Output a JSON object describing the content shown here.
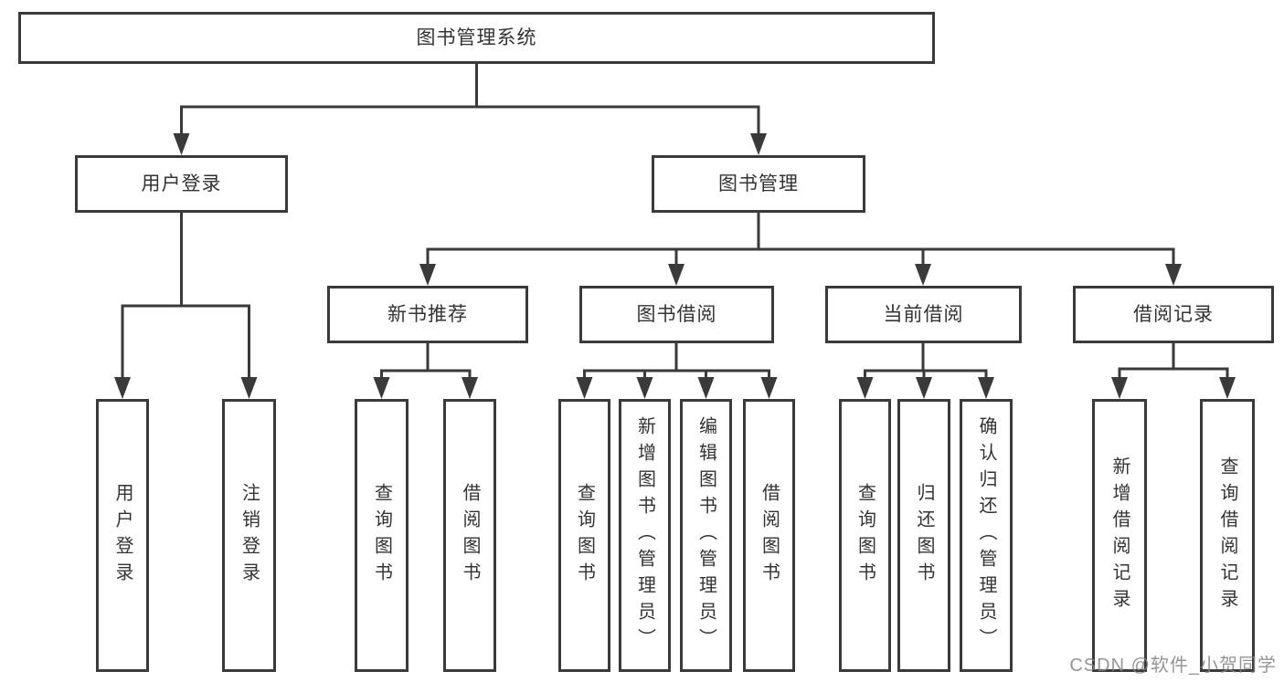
{
  "watermark": "CSDN @软件_小贺同学",
  "colors": {
    "line": "#3a3a3a",
    "text": "#333333",
    "background": "#ffffff",
    "watermark": "#828282"
  },
  "tree": {
    "label": "图书管理系统",
    "children": [
      {
        "label": "用户登录",
        "children": [
          {
            "label": "用户登录"
          },
          {
            "label": "注销登录"
          }
        ]
      },
      {
        "label": "图书管理",
        "children": [
          {
            "label": "新书推荐",
            "children": [
              {
                "label": "查询图书"
              },
              {
                "label": "借阅图书"
              }
            ]
          },
          {
            "label": "图书借阅",
            "children": [
              {
                "label": "查询图书"
              },
              {
                "label": "新增图书（管理员）"
              },
              {
                "label": "编辑图书（管理员）"
              },
              {
                "label": "借阅图书"
              }
            ]
          },
          {
            "label": "当前借阅",
            "children": [
              {
                "label": "查询图书"
              },
              {
                "label": "归还图书"
              },
              {
                "label": "确认归还（管理员）"
              }
            ]
          },
          {
            "label": "借阅记录",
            "children": [
              {
                "label": "新增借阅记录"
              },
              {
                "label": "查询借阅记录"
              }
            ]
          }
        ]
      }
    ]
  }
}
